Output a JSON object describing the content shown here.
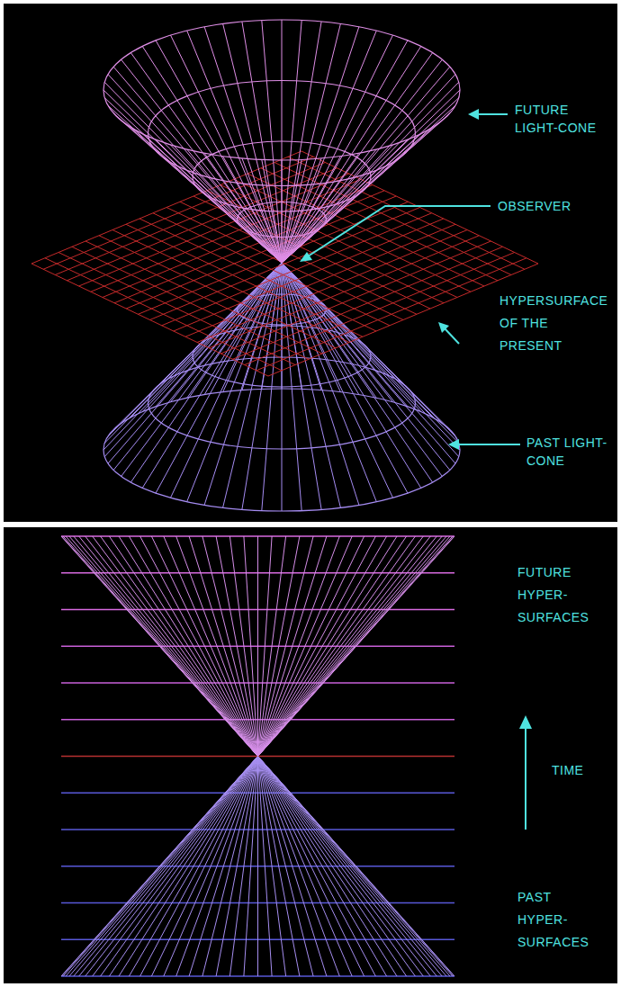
{
  "diagram": {
    "labels": [
      "FUTURE LIGHT-CONE",
      "OBSERVER",
      "HYPERSURFACE OF THE PRESENT",
      "PAST LIGHT-CONE",
      "FUTURE HYPER- SURFACES",
      "TIME",
      "PAST HYPER- SURFACES"
    ]
  }
}
